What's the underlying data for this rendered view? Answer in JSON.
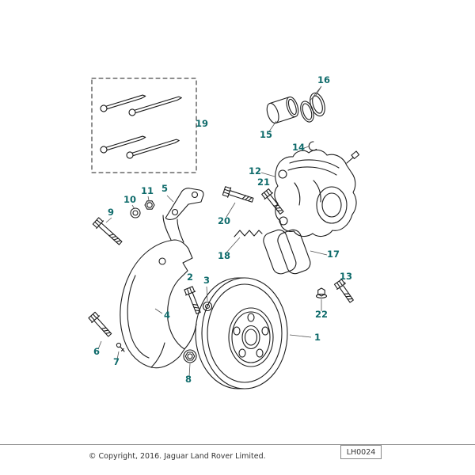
{
  "diagram": {
    "callouts": {
      "c1": "1",
      "c2": "2",
      "c3": "3",
      "c4": "4",
      "c5": "5",
      "c6": "6",
      "c7": "7",
      "c8": "8",
      "c9": "9",
      "c10": "10",
      "c11": "11",
      "c12": "12",
      "c13": "13",
      "c14": "14",
      "c15": "15",
      "c16": "16",
      "c17": "17",
      "c18": "18",
      "c19": "19",
      "c20": "20",
      "c21": "21",
      "c22": "22"
    }
  },
  "footer": {
    "copyright": "© Copyright, 2016. Jaguar Land Rover Limited.",
    "drawing_code": "LH0024"
  }
}
